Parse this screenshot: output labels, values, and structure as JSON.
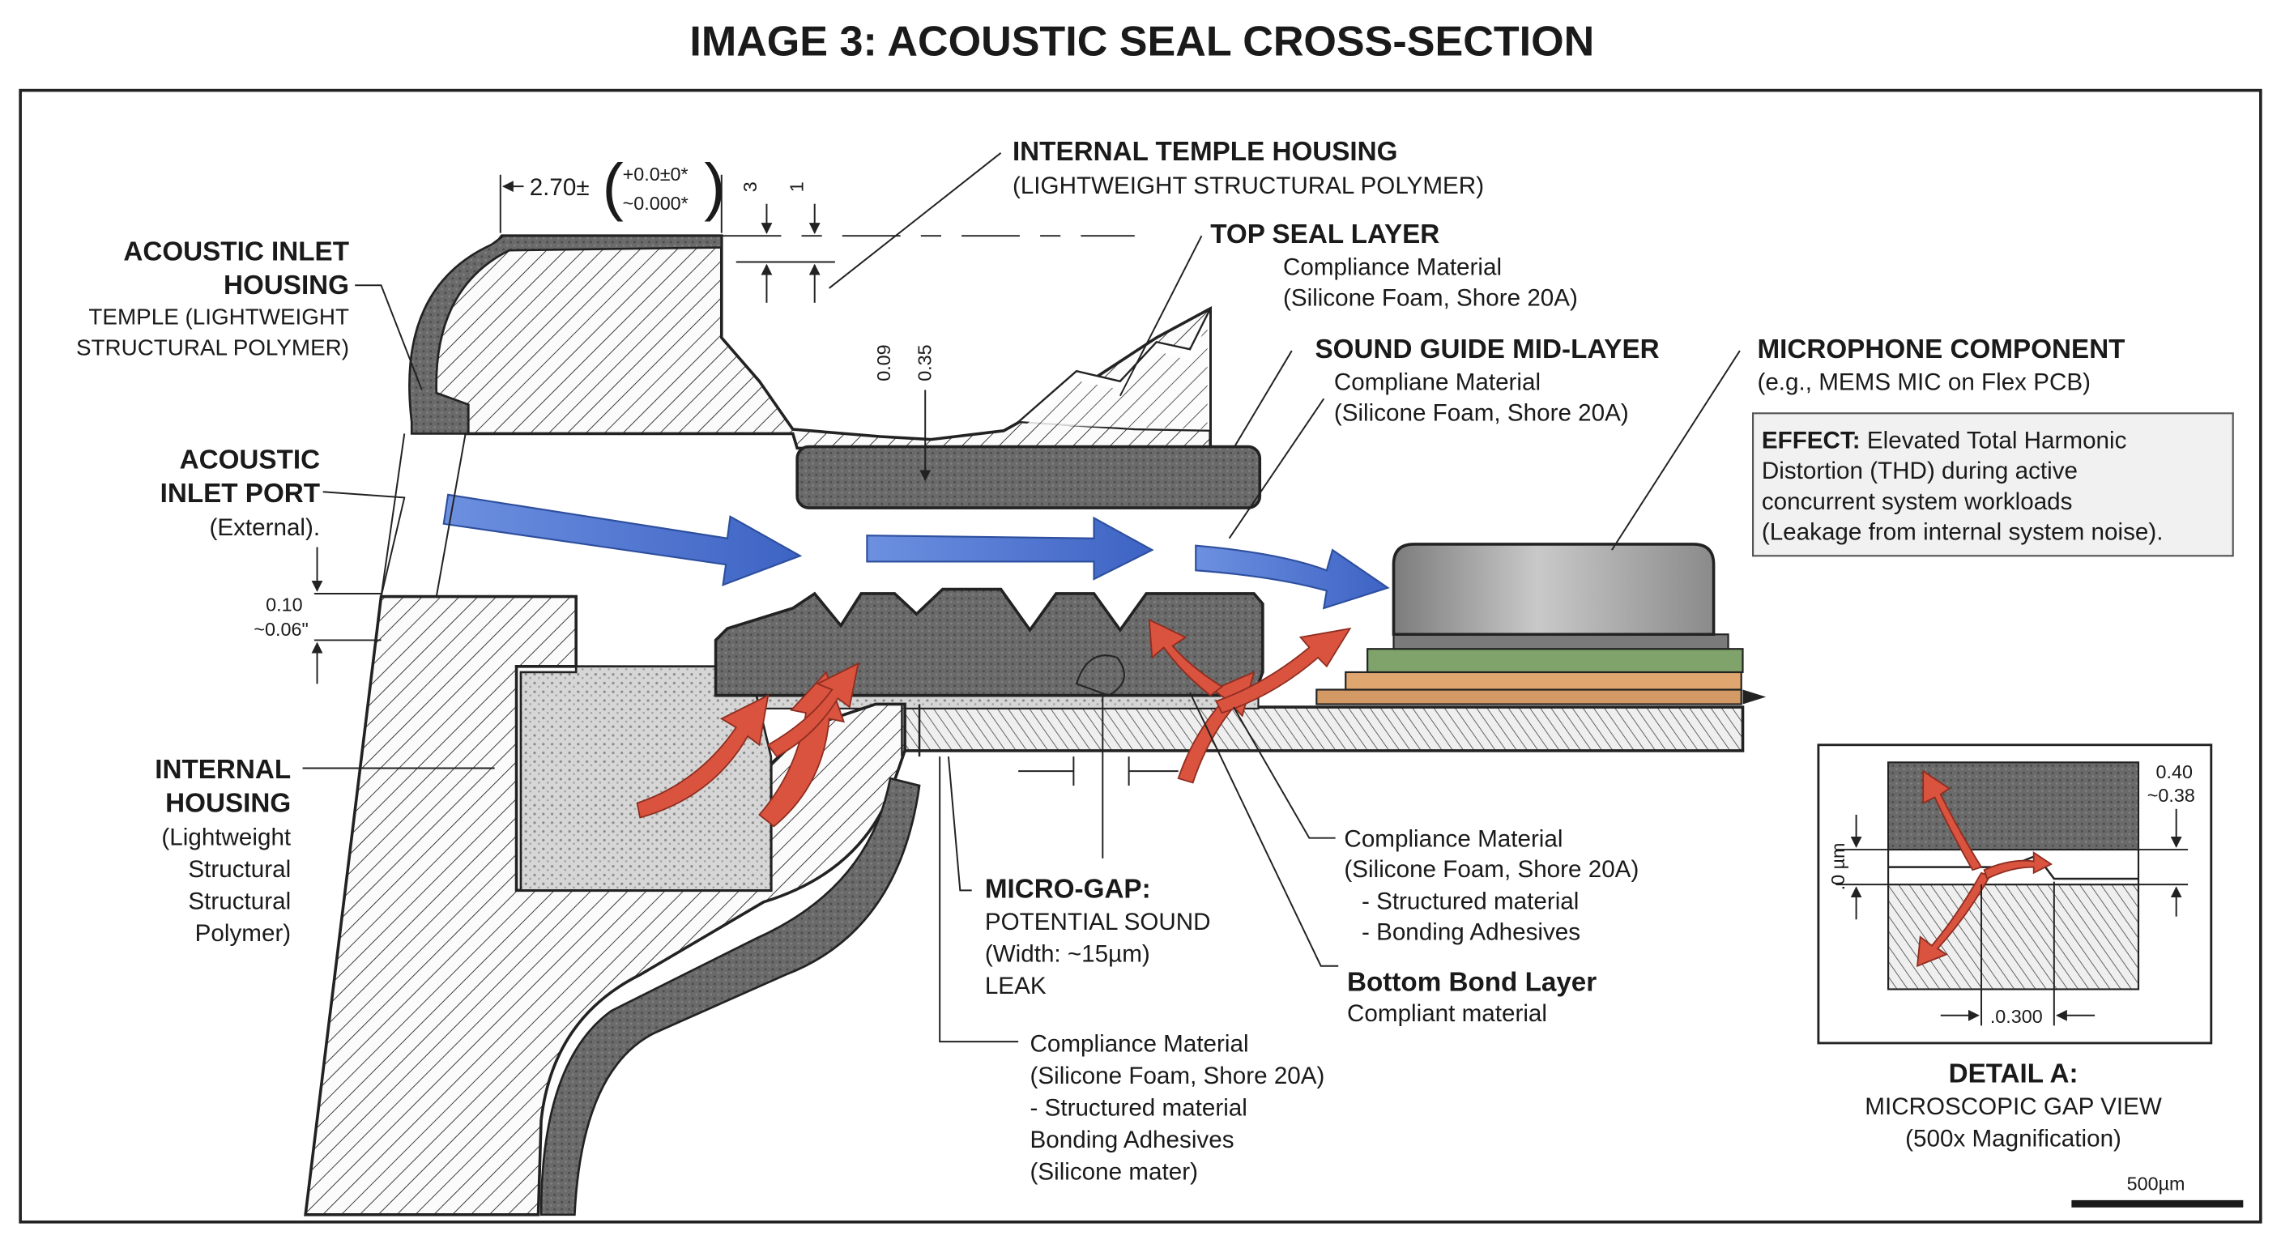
{
  "title": "IMAGE 3: ACOUSTIC SEAL CROSS-SECTION",
  "labels": {
    "inlet_housing_1": "ACOUSTIC INLET",
    "inlet_housing_2": "HOUSING",
    "inlet_housing_3": "TEMPLE (LIGHTWEIGHT",
    "inlet_housing_4": "STRUCTURAL POLYMER)",
    "inlet_port_1": "ACOUSTIC",
    "inlet_port_2": "INLET PORT",
    "inlet_port_3": "(External).",
    "internal_housing_1": "INTERNAL",
    "internal_housing_2": "HOUSING",
    "internal_housing_3": "(Lightweight",
    "internal_housing_4": "Structural",
    "internal_housing_5": "Structural",
    "internal_housing_6": "Polymer)",
    "temple_housing_1": "INTERNAL TEMPLE HOUSING",
    "temple_housing_2": "(LIGHTWEIGHT STRUCTURAL POLYMER)",
    "top_seal_1": "TOP SEAL LAYER",
    "top_seal_2": "Compliance Material",
    "top_seal_3": "(Silicone Foam, Shore 20A)",
    "mid_layer_1": "SOUND GUIDE MID-LAYER",
    "mid_layer_2": "Compliane Material",
    "mid_layer_3": "(Silicone Foam, Shore 20A)",
    "mic_1": "MICROPHONE COMPONENT",
    "mic_2": "(e.g., MEMS MIC on Flex PCB)",
    "effect_bold": "EFFECT:",
    "effect_1": " Elevated Total Harmonic",
    "effect_2": "Distortion (THD) during active",
    "effect_3": "concurrent system workloads",
    "effect_4": "(Leakage from internal system noise).",
    "microgap_1": "MICRO-GAP:",
    "microgap_2": "POTENTIAL SOUND",
    "microgap_3": "(Width: ~15µm)",
    "microgap_4": "LEAK",
    "compliance_r_1": "Compliance Material",
    "compliance_r_2": "(Silicone Foam, Shore 20A)",
    "compliance_r_3": "- Structured material",
    "compliance_r_4": "- Bonding Adhesives",
    "bottom_bond_1": "Bottom Bond Layer",
    "bottom_bond_2": "Compliant material",
    "compliance_b_1": "Compliance Material",
    "compliance_b_2": "(Silicone Foam, Shore 20A)",
    "compliance_b_3": "- Structured material",
    "compliance_b_4": "Bonding Adhesives",
    "compliance_b_5": "(Silicone mater)",
    "detail_1": "DETAIL A:",
    "detail_2": "MICROSCOPIC GAP VIEW",
    "detail_3": "(500x Magnification)",
    "scale": "500µm"
  },
  "dimensions": {
    "top_main": "2.70±",
    "top_tol_1": "+0.0±0*",
    "top_tol_2": "~0.000*",
    "small_3": "3",
    "small_1": "1",
    "left_1": "0.10",
    "left_2": "~0.06\"",
    "gap_a": "0.09",
    "gap_b": "0.35",
    "detail_a": "0.40",
    "detail_b": "~0.38",
    "detail_c": ".0 µm",
    "detail_d": ".0.300"
  },
  "colors": {
    "blue_arrow": "#4a72cf",
    "red_arrow": "#d9533f",
    "foam": "#676767",
    "pcb_green": "#7fa36b",
    "pcb_orange": "#d49a66",
    "mic_metal": "#a9a9a9"
  }
}
